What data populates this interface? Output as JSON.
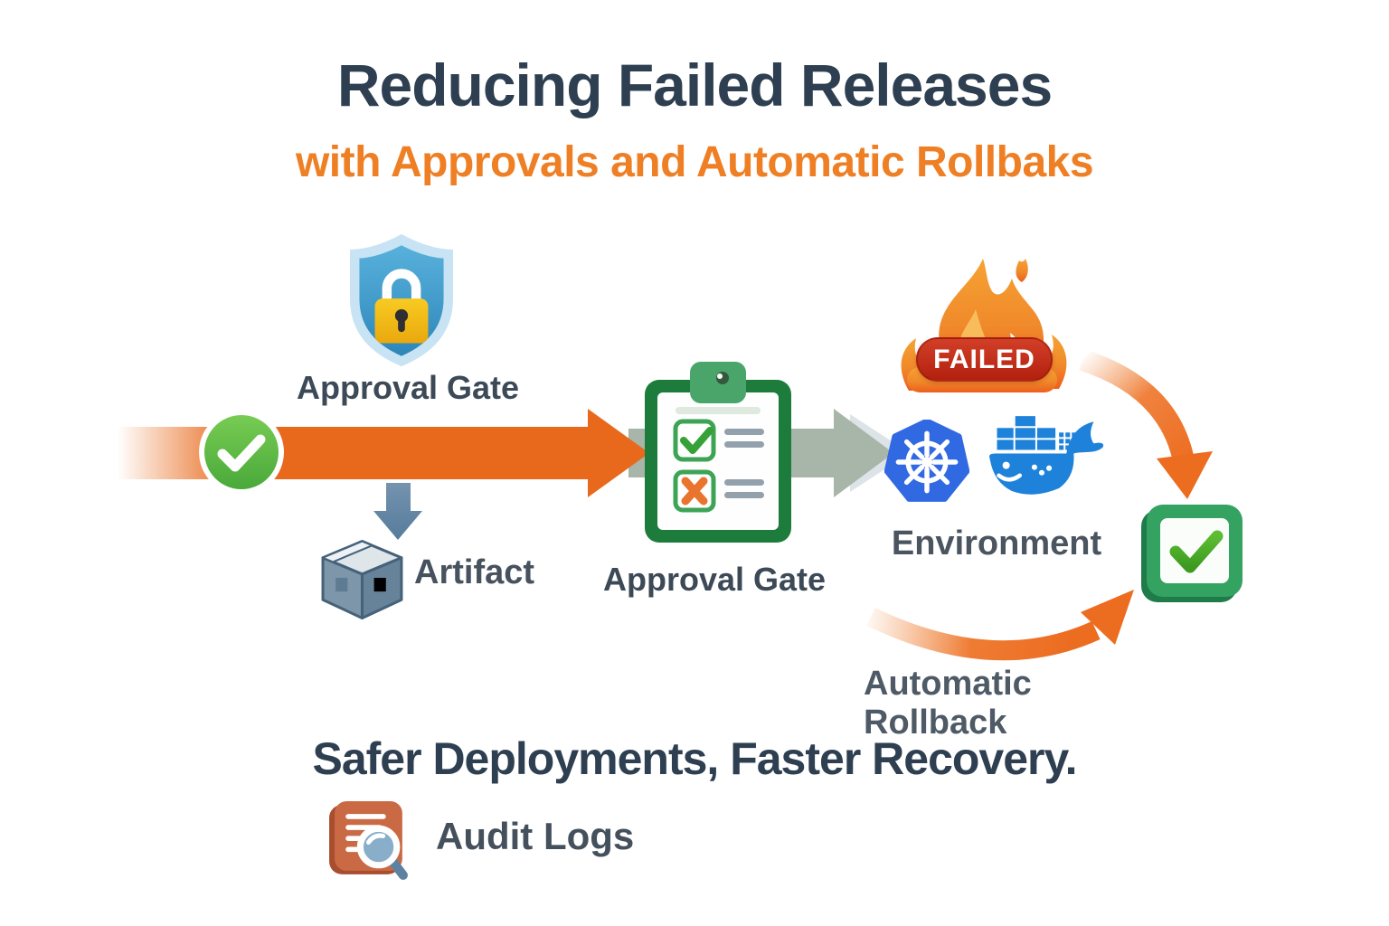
{
  "title": {
    "heading": "Reducing Failed Releases",
    "subheading": "with Approvals and Automatic Rollbaks"
  },
  "diagram": {
    "approval_gate_shield": {
      "label": "Approval Gate"
    },
    "artifact": {
      "label": "Artifact"
    },
    "approval_gate_checklist": {
      "label": "Approval Gate"
    },
    "failed_badge": {
      "label": "FAILED"
    },
    "environment": {
      "label": "Environment"
    },
    "rollback": {
      "label": "Automatic Rollback"
    }
  },
  "footer": {
    "headline": "Safer Deployments, Faster Recovery.",
    "audit_logs": {
      "label": "Audit Logs"
    }
  },
  "icons": {
    "shield-lock-icon": "shield with padlock",
    "check-circle-icon": "✓",
    "down-arrow-icon": "↓",
    "package-icon": "3D box",
    "clipboard-checklist-icon": "clipboard with ✓ and ✕ checkboxes",
    "flame-icon": "flames",
    "kubernetes-icon": "heptagon ship wheel",
    "docker-icon": "whale with containers",
    "checkbox-checked-icon": "✓",
    "audit-log-icon": "document with magnifier"
  },
  "colors": {
    "heading_navy": "#2e3f51",
    "accent_orange": "#ef7f24",
    "arrow_orange": "#e8691b",
    "label_gray": "#47525e",
    "clipboard_green": "#1d7c3c",
    "kubernetes_blue": "#3169e2",
    "docker_blue": "#1e82da",
    "failed_red": "#c3271a",
    "success_green": "#4fae3a",
    "steel_blue": "#64829e",
    "sage_arrow": "#a7b6a9",
    "audit_terracotta": "#c4613e",
    "shield_blue": "#3f9fce"
  }
}
